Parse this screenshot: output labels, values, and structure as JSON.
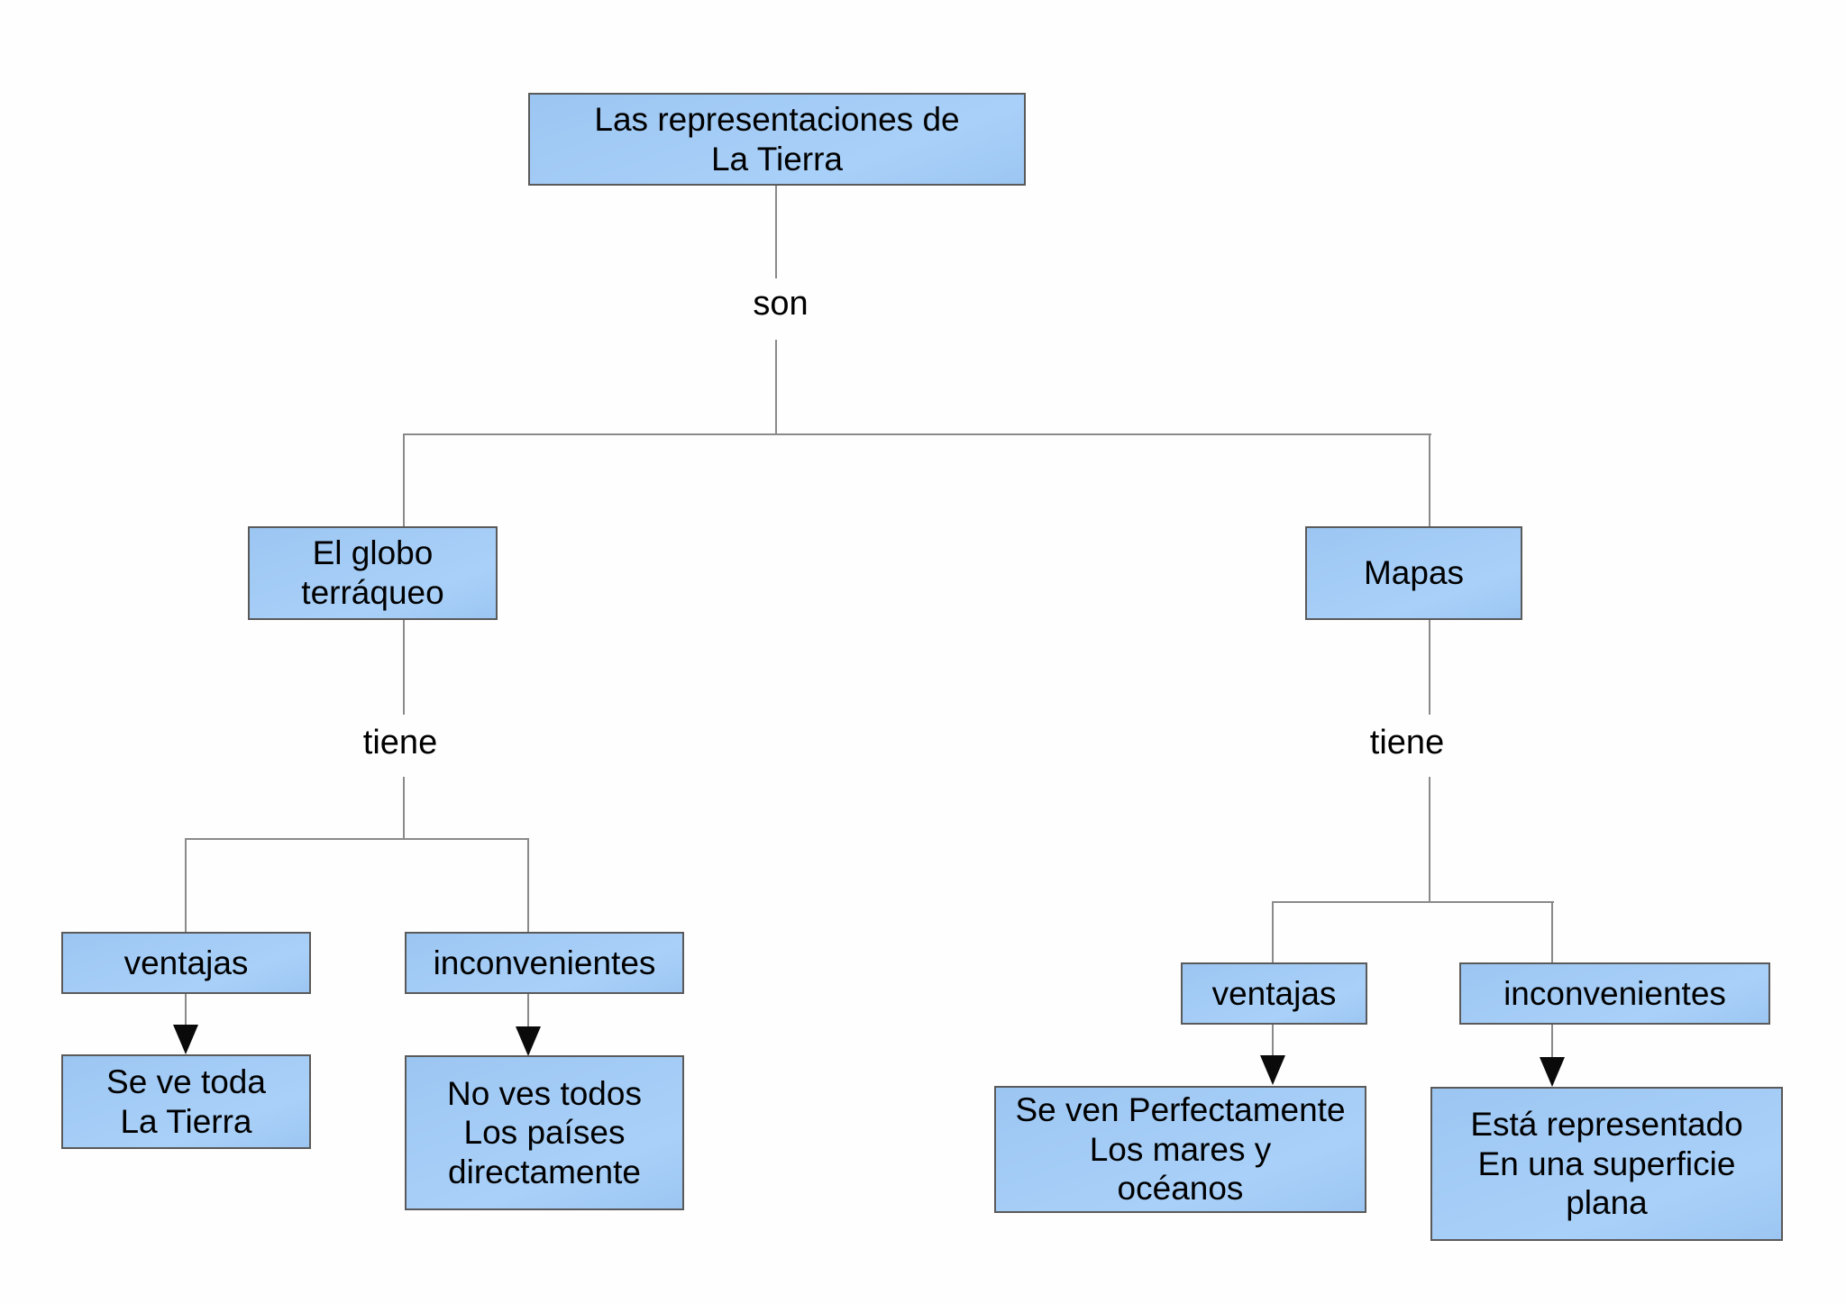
{
  "diagram": {
    "type": "concept-map",
    "language": "es",
    "title": "Las representaciones de La Tierra"
  },
  "colors": {
    "node_fill": "#9cc6f2",
    "node_border": "#5a5a5a",
    "connector_line": "#8a8a8a",
    "arrowhead": "#0a0a0a",
    "text": "#000000",
    "background": "#fefefe"
  },
  "nodes": {
    "root": {
      "label": "Las representaciones de\nLa Tierra"
    },
    "globo": {
      "label": "El globo\nterráqueo"
    },
    "mapas": {
      "label": "Mapas"
    },
    "ventajas_globo": {
      "label": "ventajas"
    },
    "inconvenientes_globo": {
      "label": "inconvenientes"
    },
    "ventaja_globo_detalle": {
      "label": "Se ve toda\nLa Tierra"
    },
    "inconveniente_globo_detalle": {
      "label": "No ves todos\nLos países\ndirectamente"
    },
    "ventajas_mapas": {
      "label": "ventajas"
    },
    "inconvenientes_mapas": {
      "label": "inconvenientes"
    },
    "ventaja_mapas_detalle": {
      "label": "Se ven Perfectamente\nLos mares y\nocéanos"
    },
    "inconveniente_mapas_detalle": {
      "label": "Está representado\nEn una superficie\nplana"
    }
  },
  "links": {
    "son": {
      "label": "son"
    },
    "tiene_globo": {
      "label": "tiene"
    },
    "tiene_mapas": {
      "label": "tiene"
    }
  }
}
